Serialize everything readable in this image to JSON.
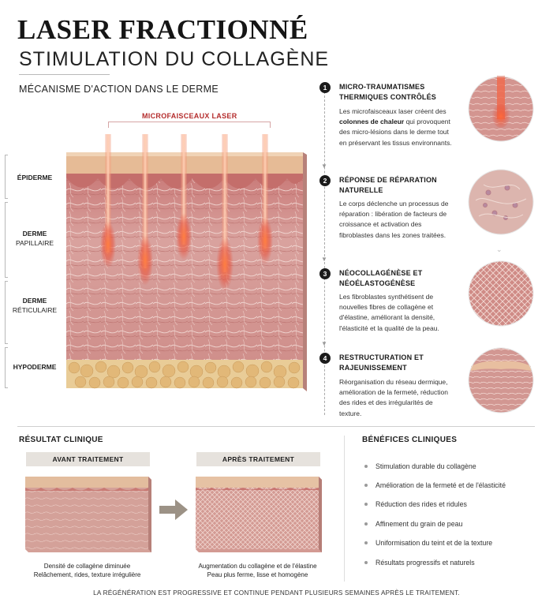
{
  "title": {
    "line1": "LASER FRACTIONNÉ",
    "line2": "STIMULATION DU COLLAGÈNE"
  },
  "mechanism_heading": "MÉCANISME D'ACTION DANS LE DERME",
  "laser_label": "MICROFAISCEAUX LASER",
  "layers": [
    {
      "name": "ÉPIDERME",
      "sub": ""
    },
    {
      "name": "DERME",
      "sub": "PAPILLAIRE"
    },
    {
      "name": "DERME",
      "sub": "RÉTICULAIRE"
    },
    {
      "name": "HYPODERME",
      "sub": ""
    }
  ],
  "steps": [
    {
      "number": "1",
      "title": "MICRO-TRAUMATISMES THERMIQUES CONTRÔLÉS",
      "text_before": "Les microfaisceaux laser créent des ",
      "text_bold": "colonnes de chaleur",
      "text_after": " qui provoquent des micro-lésions dans le derme tout en préservant les tissus environnants."
    },
    {
      "number": "2",
      "title": "RÉPONSE DE RÉPARATION NATURELLE",
      "text": "Le corps déclenche un processus de réparation : libération de facteurs de croissance et activation des fibroblastes dans les zones traitées."
    },
    {
      "number": "3",
      "title": "NÉOCOLLAGÉNÈSE ET NÉOÉLASTOGÉNÈSE",
      "text": "Les fibroblastes synthétisent de nouvelles fibres de collagène et d'élastine, améliorant la densité, l'élasticité et la qualité de la peau."
    },
    {
      "number": "4",
      "title": "RESTRUCTURATION ET RAJEUNISSEMENT",
      "text": "Réorganisation du réseau dermique, amélioration de la fermeté, réduction des rides et des irrégularités de texture."
    }
  ],
  "result": {
    "title": "RÉSULTAT CLINIQUE",
    "before_label": "AVANT TRAITEMENT",
    "after_label": "APRÈS TRAITEMENT",
    "before_caption_1": "Densité de collagène diminuée",
    "before_caption_2": "Relâchement, rides, texture irrégulière",
    "after_caption_1": "Augmentation du collagène et de l'élastine",
    "after_caption_2": "Peau plus ferme, lisse et homogène"
  },
  "benefits": {
    "title": "BÉNÉFICES CLINIQUES",
    "items": [
      "Stimulation durable du collagène",
      "Amélioration de la fermeté et de l'élasticité",
      "Réduction des rides et ridules",
      "Affinement du grain de peau",
      "Uniformisation du teint et de la texture",
      "Résultats progressifs et naturels"
    ]
  },
  "footer": "LA RÉGÉNÉRATION EST PROGRESSIVE ET CONTINUE PENDANT PLUSIEURS SEMAINES APRÈS LE TRAITEMENT.",
  "colors": {
    "epidermis": "#e4b894",
    "dermis": "#d69a95",
    "laser": "#e8503a",
    "fat": "#e6c58e"
  }
}
